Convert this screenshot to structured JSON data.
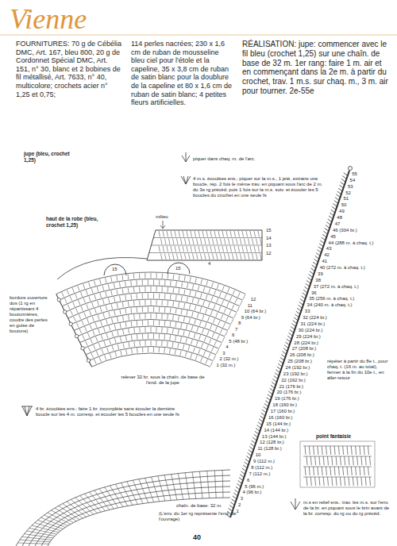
{
  "diagram": {
    "title": "Vienne",
    "labels": [
      "FOURNITURES: 70 g de Cébélia DMC, Art. 167, bleu 800, 20 g de Cordonnet Spécial DMC, Art. 151, n° 30, blanc et 2 bobines de fil métallisé, Art. 7633, n° 40, multicolore; crochets acier n° 1,25 et 0,75;",
      "114 perles nacrées; 230 x 1,6 cm de ruban de mousseline bleu ciel pour l'étole et la capeline, 35 x 3,8 cm de ruban de satin blanc pour la doublure de la capeline et 80 x 1,6 cm de ruban de satin blanc; 4 petites fleurs artificielles.",
      "RÉALISATION: jupe: commencer avec le fil bleu (crochet 1,25) sur une chaîn. de base de 32 m. 1er rang: faire 1 m. air et en commençant dans la 2e m. à partir du crochet, trav. 1 m.s. sur chaq. m., 3 m. air pour tourner. 2e-55e",
      "jupe (bleu, crochet 1,25)",
      "piquer dans chaq. m. de l'arc.",
      "4 m.s. écoulées ens.: piquer sur la m.s., 1 jeté, extraire une boucle, rép. 2 fois le même trav. en piquant sous l'arc de 2 m. du 3e rg précéd. puis 1 fois sur la m.s. suiv. et écouler les 5 boucles du crochet en une seule fs",
      "milieu",
      "haut de la robe (bleu, crochet 1,25)",
      "15",
      "14",
      "13",
      "12",
      "4",
      "15",
      "15",
      "bordure ouverture dos (1 rg en répartissant 4 boutonnières, coudre des perles en guise de boutons)",
      "12",
      "11",
      "10 (64 br.)",
      "9 (64 br.)",
      "8",
      "7",
      "6",
      "5 (48 br.)",
      "4",
      "3",
      "2 (32 m.)",
      "1 (32 m.)",
      "relever 32 br. sous la chaîn. de base de l'end. de la jupe",
      "4 br. écoulées ens.: faire 1 br. incomplète sans écouler la dernière boucle sur les 4 m. corresp. et écouler les 5 boucles en une seule fs",
      "chaîn. de base: 32 m.",
      "(L'env. du 1er rg représente l'end. de l'ouvrage)",
      "point fantaisie",
      "m.s en relief ens.: trav. les m.s. sur l'env. de la br. en piquant sous le brin avant de la br. corresp. du rg ou du rg précéd.",
      "répéter à partir du 8e t., pour chaq. t. (16 m. au total), fermer à la fin du 10e t., en aller-retour",
      "40",
      "1",
      "2",
      "3",
      "4 (96 br.)",
      "5 (96 m.)",
      "6",
      "7 (112 m.)",
      "8 (112 m.)",
      "9 (112 m.)",
      "10",
      "11 (128 br.)",
      "12 (128 br.)",
      "13 (144 br.)",
      "14 (144 br.)",
      "15 (144 br.)",
      "16 (160 br.)",
      "17 (160 br.)",
      "18 (160 br.)",
      "19 (176 br.)",
      "20 (176 br.)",
      "21 (176 br.)",
      "22 (192 br.)",
      "23 (192 br.)",
      "24 (192 br.)",
      "25 (208 br.)",
      "26 (208 br.)",
      "27 (208 br.)",
      "28 (224 br.)",
      "29 (224 br.)",
      "30 (224 br.)",
      "31 (224 br.)",
      "32 (224 br.)",
      "33",
      "34 (240 m. à chaq. t.)",
      "35 (256 m. à chaq. t.)",
      "36",
      "37 (272 m. à chaq. t.)",
      "38",
      "39",
      "40 (272 m. à chaq. t.)",
      "41",
      "42",
      "43",
      "44 (288 m. à chaq. t.)",
      "45",
      "46 (304 br.)",
      "47",
      "48",
      "49",
      "50",
      "51",
      "52",
      "53",
      "54",
      "55"
    ]
  }
}
